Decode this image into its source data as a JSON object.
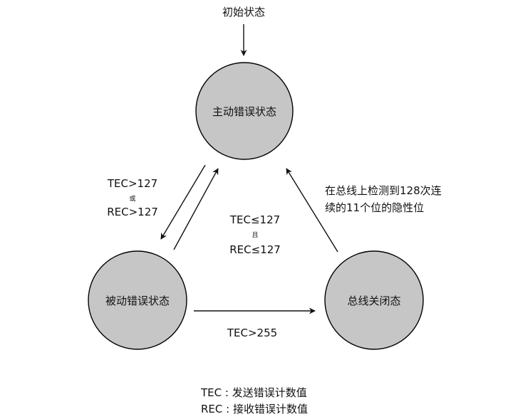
{
  "initial_label": "初始状态",
  "states": {
    "error_active": "主动错误状态",
    "error_passive": "被动错误状态",
    "bus_off": "总线关闭态"
  },
  "transitions": {
    "active_to_passive": {
      "line1": "TEC>127",
      "connector": "或",
      "line2": "REC>127"
    },
    "passive_to_active": {
      "line1": "TEC≤127",
      "connector": "且",
      "line2": "REC≤127"
    },
    "passive_to_busoff": {
      "line1": "TEC>255"
    },
    "busoff_to_active": {
      "line1": "在总线上检测到128次连",
      "line2": "续的11个位的隐性位"
    }
  },
  "legend": {
    "tec": "TEC : 发送错误计数值",
    "rec": "REC : 接收错误计数值"
  }
}
